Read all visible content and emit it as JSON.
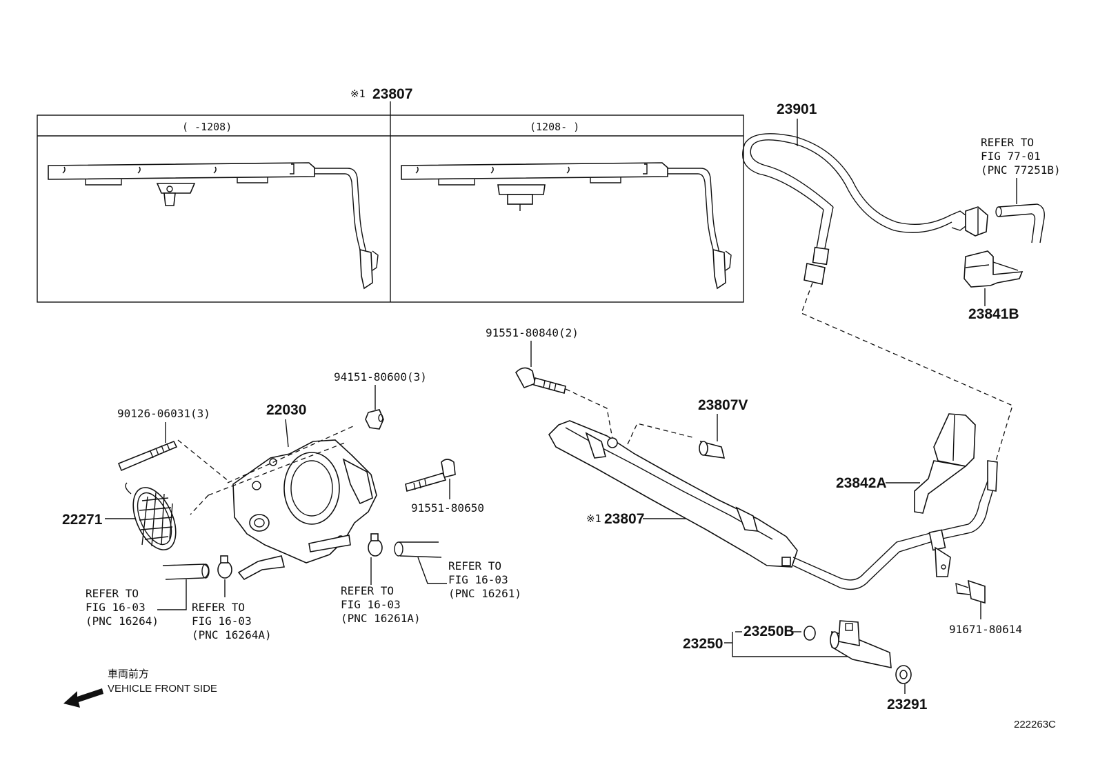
{
  "diagram": {
    "inset": {
      "title_mark": "※1",
      "title_number": "23807",
      "left_period": "(      -1208)",
      "right_period": "(1208-      )"
    },
    "parts": {
      "p23901": "23901",
      "p23841B": "23841B",
      "p23842A": "23842A",
      "p23807V": "23807V",
      "p23807_mark": "※1",
      "p23807": "23807",
      "p22030": "22030",
      "p22271": "22271",
      "p23250": "23250",
      "p23250B": "23250B",
      "p23291": "23291",
      "bolt_91551_80840": "91551-80840(2)",
      "nut_94151_80600": "94151-80600(3)",
      "stud_90126_06031": "90126-06031(3)",
      "bolt_91551_80650": "91551-80650",
      "bolt_91671_80614": "91671-80614"
    },
    "refs": {
      "ref_77_01": {
        "l1": "REFER TO",
        "l2": "FIG 77-01",
        "l3": "(PNC 77251B)"
      },
      "ref_16264": {
        "l1": "REFER TO",
        "l2": "FIG 16-03",
        "l3": "(PNC 16264)"
      },
      "ref_16264A": {
        "l1": "REFER TO",
        "l2": "FIG 16-03",
        "l3": "(PNC 16264A)"
      },
      "ref_16261A": {
        "l1": "REFER TO",
        "l2": "FIG 16-03",
        "l3": "(PNC 16261A)"
      },
      "ref_16261": {
        "l1": "REFER TO",
        "l2": "FIG 16-03",
        "l3": "(PNC 16261)"
      }
    },
    "direction": {
      "jp": "車両前方",
      "en": "VEHICLE FRONT SIDE"
    },
    "figure_code": "222263C"
  }
}
